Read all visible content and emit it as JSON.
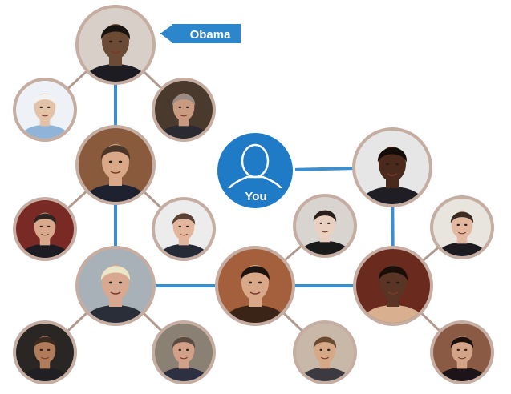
{
  "colors": {
    "background": "#ffffff",
    "link_blue": "#3a8fd0",
    "link_gray": "#b09a8e",
    "ring_brown": "#c6ada2",
    "you_blue": "#1f7bc6",
    "label_bg": "#2b86cc",
    "label_text": "#ffffff"
  },
  "labels": {
    "obama": "Obama",
    "you": "You"
  },
  "nodes": [
    {
      "id": "obama",
      "kind": "hub",
      "skin": "#6b4a36",
      "hair": "#1a1410",
      "bg": "#d8d0c8",
      "suit": "#1c1c22"
    },
    {
      "id": "queen",
      "kind": "leaf",
      "skin": "#e4c2a8",
      "hair": "#f2f2f2",
      "bg": "#eef2f6",
      "suit": "#8fb4d8"
    },
    {
      "id": "prince",
      "kind": "leaf",
      "skin": "#c99a80",
      "hair": "#9a8c84",
      "bg": "#4a3a2e",
      "suit": "#2a2a30"
    },
    {
      "id": "cameron",
      "kind": "hub",
      "skin": "#d9a888",
      "hair": "#4a3628",
      "bg": "#8a5a3c",
      "suit": "#1e2230"
    },
    {
      "id": "you",
      "kind": "you",
      "skin": "#ffffff",
      "hair": "#ffffff",
      "bg": "#1f7bc6",
      "suit": "#ffffff"
    },
    {
      "id": "lammy",
      "kind": "hub",
      "skin": "#4a2a1c",
      "hair": "#140c08",
      "bg": "#e6e6e6",
      "suit": "#1e1e24"
    },
    {
      "id": "miliband",
      "kind": "leaf",
      "skin": "#d8a88c",
      "hair": "#2c2420",
      "bg": "#7a2a24",
      "suit": "#1c1c22"
    },
    {
      "id": "clegg",
      "kind": "leaf",
      "skin": "#e2b69c",
      "hair": "#5a4234",
      "bg": "#ececec",
      "suit": "#262a36"
    },
    {
      "id": "allen",
      "kind": "leaf",
      "skin": "#ead0c0",
      "hair": "#2a1e1a",
      "bg": "#d8d4d0",
      "suit": "#1a1a1a"
    },
    {
      "id": "carr",
      "kind": "leaf",
      "skin": "#e2b8a0",
      "hair": "#3a2c24",
      "bg": "#e8e4de",
      "suit": "#1c1c20"
    },
    {
      "id": "boris",
      "kind": "hub",
      "skin": "#d9a890",
      "hair": "#ece6c8",
      "bg": "#a8b0b8",
      "suit": "#2a2e38"
    },
    {
      "id": "kelly",
      "kind": "hub",
      "skin": "#d8a888",
      "hair": "#1e1410",
      "bg": "#a4603c",
      "suit": "#3a2418"
    },
    {
      "id": "sinclair",
      "kind": "hub",
      "skin": "#5a3424",
      "hair": "#1a0e08",
      "bg": "#6a2a1e",
      "suit": "#d8b090"
    },
    {
      "id": "arnie",
      "kind": "leaf",
      "skin": "#b07c5c",
      "hair": "#3a2a20",
      "bg": "#2a2624",
      "suit": "#202024"
    },
    {
      "id": "clarkson",
      "kind": "leaf",
      "skin": "#d2a088",
      "hair": "#5a4a40",
      "bg": "#8a8074",
      "suit": "#2c3040"
    },
    {
      "id": "rugby",
      "kind": "leaf",
      "skin": "#d6a888",
      "hair": "#6a4a30",
      "bg": "#c8b8a8",
      "suit": "#3a3a40"
    },
    {
      "id": "davina",
      "kind": "leaf",
      "skin": "#d4a488",
      "hair": "#1a100c",
      "bg": "#8a5a44",
      "suit": "#1c1418"
    }
  ],
  "links": [
    {
      "from": "obama",
      "to": "queen",
      "style": "gray"
    },
    {
      "from": "obama",
      "to": "prince",
      "style": "gray"
    },
    {
      "from": "obama",
      "to": "cameron",
      "style": "blue"
    },
    {
      "from": "cameron",
      "to": "miliband",
      "style": "gray"
    },
    {
      "from": "cameron",
      "to": "clegg",
      "style": "gray"
    },
    {
      "from": "cameron",
      "to": "boris",
      "style": "blue"
    },
    {
      "from": "boris",
      "to": "arnie",
      "style": "gray"
    },
    {
      "from": "boris",
      "to": "clarkson",
      "style": "gray"
    },
    {
      "from": "boris",
      "to": "kelly",
      "style": "blue"
    },
    {
      "from": "kelly",
      "to": "allen",
      "style": "gray"
    },
    {
      "from": "kelly",
      "to": "rugby",
      "style": "gray"
    },
    {
      "from": "kelly",
      "to": "sinclair",
      "style": "blue"
    },
    {
      "from": "sinclair",
      "to": "carr",
      "style": "gray"
    },
    {
      "from": "sinclair",
      "to": "davina",
      "style": "gray"
    },
    {
      "from": "sinclair",
      "to": "lammy",
      "style": "blue"
    },
    {
      "from": "lammy",
      "to": "you",
      "style": "blue"
    }
  ]
}
